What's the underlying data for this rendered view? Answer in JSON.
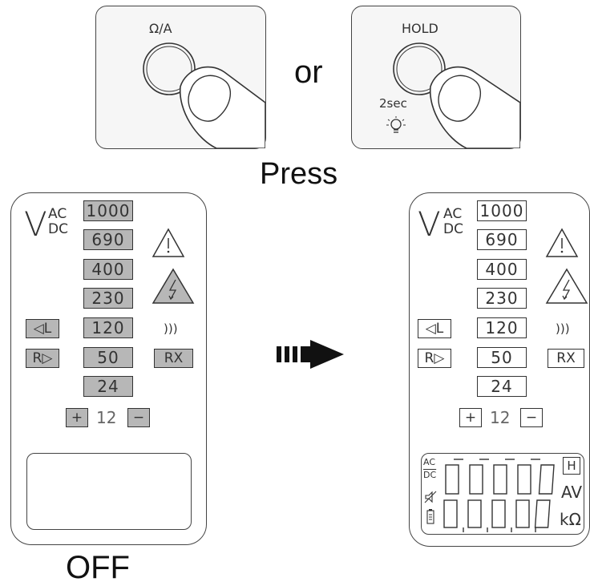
{
  "buttons": {
    "left_label": "Ω/A",
    "right_label": "HOLD",
    "right_sublabel": "2sec",
    "connector": "or",
    "action": "Press"
  },
  "state_label_left": "OFF",
  "display": {
    "v_symbol": "V",
    "ac": "AC",
    "dc": "DC",
    "voltage_steps": [
      "1000",
      "690",
      "400",
      "230",
      "120",
      "50",
      "24"
    ],
    "plus": "+",
    "twelve": "12",
    "minus": "−",
    "left_indicators": [
      "◁L",
      "R▷"
    ],
    "continuity": ")))",
    "rx": "RX",
    "lcd_hold": "H",
    "lcd_units_1": "AV",
    "lcd_units_2": "kΩ",
    "lcd_ac": "AC",
    "lcd_dc": "DC"
  },
  "colors": {
    "segment_on": "#b7b7b7",
    "outline": "#333333"
  },
  "icons": [
    "finger-press-icon",
    "bulb-icon",
    "warning-triangle-icon",
    "high-voltage-icon",
    "arrow-right-icon"
  ]
}
